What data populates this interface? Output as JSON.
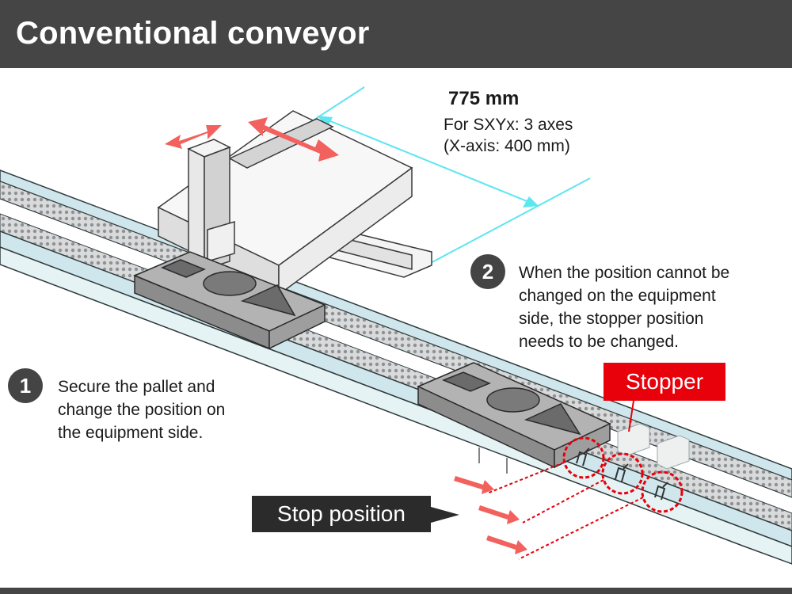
{
  "title": "Conventional conveyor",
  "dimension": {
    "length": "775 mm",
    "line1": "For SXYx: 3 axes",
    "line2": "(X-axis: 400 mm)"
  },
  "callouts": [
    {
      "number": "1",
      "lines": [
        "Secure the pallet and",
        "change the position on",
        "the equipment side."
      ]
    },
    {
      "number": "2",
      "lines": [
        "When the position cannot be",
        "changed on the equipment",
        "side, the stopper position",
        "needs to be changed."
      ]
    }
  ],
  "labels": {
    "stopper": "Stopper",
    "stop_position": "Stop position"
  },
  "colors": {
    "header": "#454545",
    "stopper_red": "#e8000b",
    "dimension_cyan": "#5ce6f0",
    "arrow_salmon": "#f2615d",
    "pallet_gray": "#9a9a9a"
  }
}
